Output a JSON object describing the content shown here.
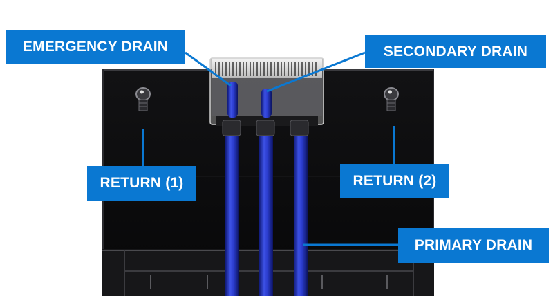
{
  "diagram": {
    "labels": {
      "emergency_drain": "EMERGENCY DRAIN",
      "secondary_drain": "SECONDARY DRAIN",
      "return_1": "RETURN (1)",
      "return_2": "RETURN (2)",
      "primary_drain": "PRIMARY DRAIN"
    },
    "colors": {
      "label_bg": "#0a78d2",
      "label_text": "#ffffff",
      "leader_line": "#0a78d2",
      "tank": "#0b0b0d",
      "pipe": "#2233bb"
    }
  }
}
